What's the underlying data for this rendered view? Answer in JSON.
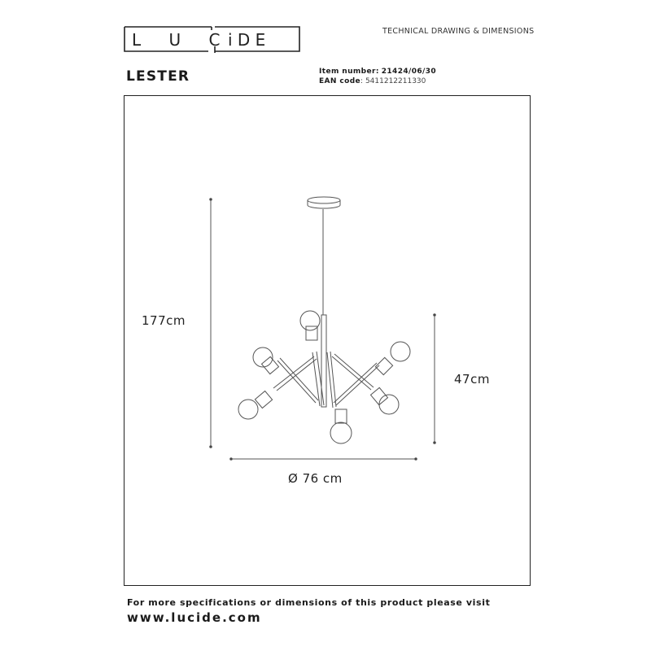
{
  "brand": {
    "logo_text": "LUCIDE"
  },
  "header": {
    "doc_type": "TECHNICAL DRAWING & DIMENSIONS",
    "product_name": "LESTER",
    "item_number_label": "Item number:",
    "item_number_value": "21424/06/30",
    "ean_label": "EAN code",
    "ean_value": ": 5411212211330"
  },
  "drawing": {
    "dimensions": {
      "total_height": "177cm",
      "body_height": "47cm",
      "diameter": "Ø 76 cm"
    },
    "bulb_count": 6
  },
  "footer": {
    "note": "For more specifications or dimensions of this product please visit",
    "url": "www.lucide.com"
  }
}
